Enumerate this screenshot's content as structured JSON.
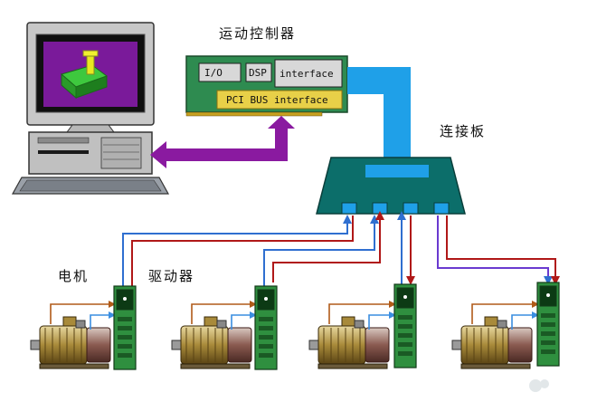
{
  "labels": {
    "motion_controller": "运动控制器",
    "connector_board": "连接板",
    "motor": "电机",
    "driver": "驱动器"
  },
  "card": {
    "io": "I/O",
    "dsp": "DSP",
    "interface": "interface",
    "pci_bus": "PCI BUS interface"
  },
  "colors": {
    "signal_blue": "#2f6fd0",
    "feedback_red": "#b01818",
    "bus_blue": "#1fa0e8",
    "link_purple": "#8a1aa0",
    "card_green": "#2e8b50",
    "board_teal": "#0c6e6a",
    "driver_green": "#2f8f3f"
  }
}
